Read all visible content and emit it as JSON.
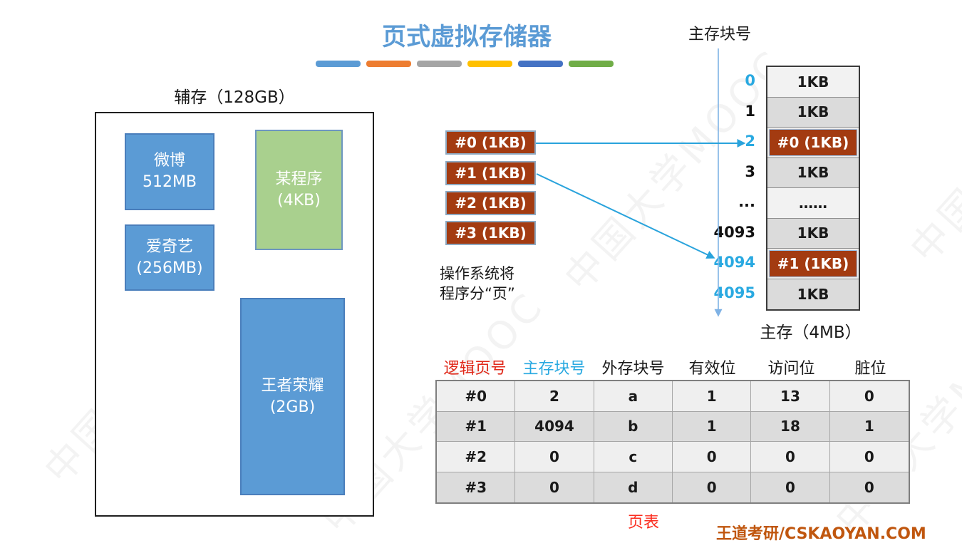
{
  "title": "页式虚拟存储器",
  "watermark": "中国大学MOOC",
  "brand": "王道考研/CSKAOYAN.COM",
  "colors": {
    "accent": "#5B9BD5",
    "dash1": "#5B9BD5",
    "dash2": "#ED7D31",
    "dash3": "#A5A5A5",
    "dash4": "#FFC000",
    "dash5": "#4472C4",
    "dash6": "#70AD47",
    "app-blue": "#5B9BD5",
    "app-green": "#A9D08E",
    "page-fill": "#A33B11",
    "arrow-blue": "#29A3DC",
    "line-blue": "#7FB2E5",
    "num-blue": "#29A9E1",
    "header-red": "#E02718",
    "caption-red": "#FB2C1F",
    "brand-orange": "#C0560E"
  },
  "secondary_storage": {
    "label": "辅存（128GB）",
    "apps": [
      {
        "line1": "微博",
        "line2": "512MB"
      },
      {
        "line1": "某程序",
        "line2": "(4KB)"
      },
      {
        "line1": "爱奇艺",
        "line2": "(256MB)"
      },
      {
        "line1": "王者荣耀",
        "line2": "(2GB)"
      }
    ]
  },
  "pages": {
    "items": [
      "#0 (1KB)",
      "#1 (1KB)",
      "#2 (1KB)",
      "#3 (1KB)"
    ],
    "caption_line1": "操作系统将",
    "caption_line2": "程序分“页”"
  },
  "main_memory": {
    "block_no_label": "主存块号",
    "label": "主存（4MB）",
    "rows": [
      {
        "no": "0",
        "content": "1KB"
      },
      {
        "no": "1",
        "content": "1KB"
      },
      {
        "no": "2",
        "content": "#0 (1KB)"
      },
      {
        "no": "3",
        "content": "1KB"
      },
      {
        "no": "...",
        "content": "……"
      },
      {
        "no": "4093",
        "content": "1KB"
      },
      {
        "no": "4094",
        "content": "#1 (1KB)"
      },
      {
        "no": "4095",
        "content": "1KB"
      }
    ]
  },
  "page_table": {
    "caption": "页表",
    "headers": [
      "逻辑页号",
      "主存块号",
      "外存块号",
      "有效位",
      "访问位",
      "脏位"
    ],
    "rows": [
      [
        "#0",
        "2",
        "a",
        "1",
        "13",
        "0"
      ],
      [
        "#1",
        "4094",
        "b",
        "1",
        "18",
        "1"
      ],
      [
        "#2",
        "0",
        "c",
        "0",
        "0",
        "0"
      ],
      [
        "#3",
        "0",
        "d",
        "0",
        "0",
        "0"
      ]
    ]
  }
}
